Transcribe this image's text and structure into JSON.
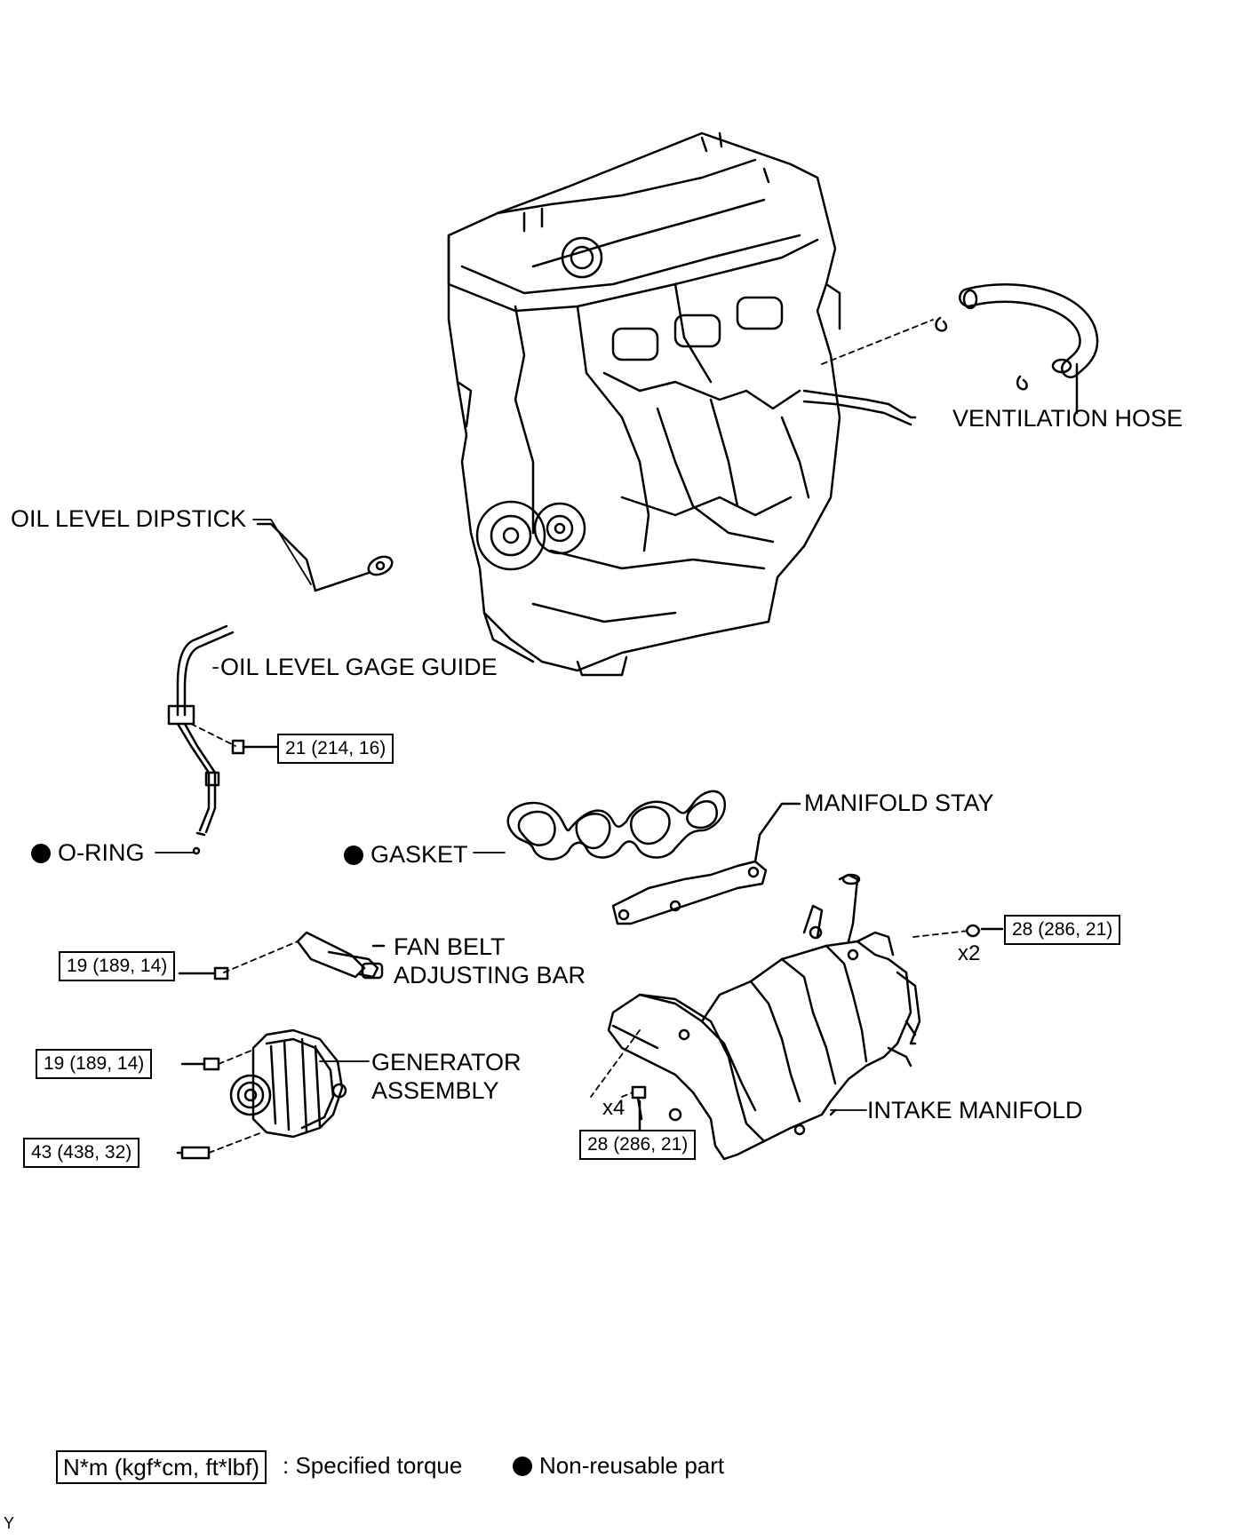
{
  "labels": {
    "ventilation_hose": "VENTILATION HOSE",
    "oil_level_dipstick": "OIL LEVEL DIPSTICK",
    "oil_level_gage_guide": "OIL LEVEL GAGE GUIDE",
    "o_ring": "O-RING",
    "gasket": "GASKET",
    "manifold_stay": "MANIFOLD STAY",
    "fan_belt_line1": "FAN BELT",
    "fan_belt_line2": "ADJUSTING BAR",
    "generator_line1": "GENERATOR",
    "generator_line2": "ASSEMBLY",
    "intake_manifold": "INTAKE MANIFOLD"
  },
  "torques": {
    "gage_guide_bolt": "21 (214, 16)",
    "manifold_nut": "28 (286, 21)",
    "manifold_nut_qty": "x2",
    "fan_belt_bolt": "19 (189, 14)",
    "generator_bolt_upper": "19 (189, 14)",
    "generator_bolt_lower": "43 (438, 32)",
    "manifold_bolt": "28 (286, 21)",
    "manifold_bolt_qty": "x4"
  },
  "legend": {
    "torque_unit": "N*m (kgf*cm, ft*lbf)",
    "torque_text": ": Specified torque",
    "nonreusable_text": "Non-reusable part"
  },
  "corner_mark": "Y",
  "icons": {
    "non_reusable": "filled-circle-icon"
  }
}
